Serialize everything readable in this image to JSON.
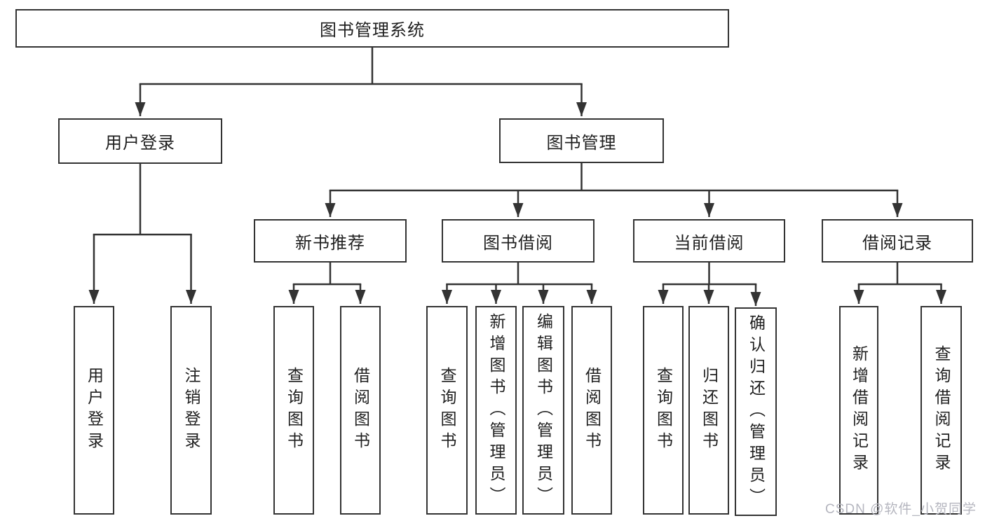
{
  "diagram": {
    "root": {
      "label": "图书管理系统"
    },
    "level2": [
      {
        "label": "用户登录"
      },
      {
        "label": "图书管理"
      }
    ],
    "level3": [
      {
        "label": "新书推荐"
      },
      {
        "label": "图书借阅"
      },
      {
        "label": "当前借阅"
      },
      {
        "label": "借阅记录"
      }
    ],
    "leaves": [
      {
        "label": "用户登录"
      },
      {
        "label": "注销登录"
      },
      {
        "label": "查询图书"
      },
      {
        "label": "借阅图书"
      },
      {
        "label": "查询图书"
      },
      {
        "label": "新增图书（管理员）"
      },
      {
        "label": "编辑图书（管理员）"
      },
      {
        "label": "借阅图书"
      },
      {
        "label": "查询图书"
      },
      {
        "label": "归还图书"
      },
      {
        "label": "确认归还（管理员）"
      },
      {
        "label": "新增借阅记录"
      },
      {
        "label": "查询借阅记录"
      }
    ],
    "watermark": "CSDN @软件_小贺同学",
    "colors": {
      "line": "#333333",
      "text": "#1f1f1f",
      "background": "#ffffff",
      "watermark": "#b5b6bf"
    }
  }
}
